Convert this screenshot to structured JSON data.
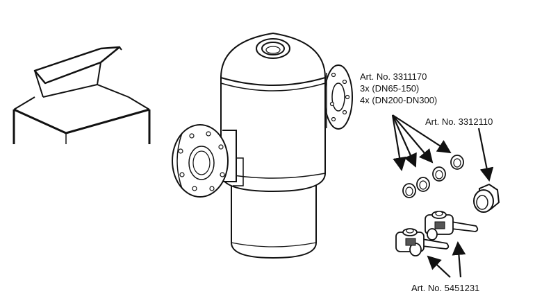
{
  "labels": {
    "art_3311170": "Art. No. 3311170",
    "qty_small": "3x (DN65-150)",
    "qty_large": "4x (DN200-DN300)",
    "art_3312110": "Art. No. 3312110",
    "art_5451231": "Art. No. 5451231"
  },
  "colors": {
    "line": "#111111",
    "fill": "#ffffff"
  }
}
